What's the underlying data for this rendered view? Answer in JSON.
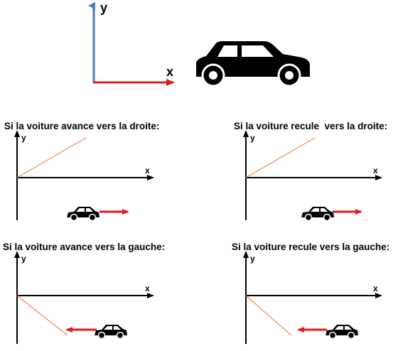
{
  "reference": {
    "x_label": "x",
    "y_label": "y",
    "colors": {
      "x_axis": "#e01b1b",
      "y_axis": "#4a78b8"
    }
  },
  "panels": [
    {
      "caption": "Si la voiture avance vers la droite:",
      "x_label": "x",
      "y_label": "y"
    },
    {
      "caption": "Si la voiture recule  vers la droite:",
      "x_label": "x",
      "y_label": "y"
    },
    {
      "caption": "Si la voiture avance vers la gauche:",
      "x_label": "x",
      "y_label": "y"
    },
    {
      "caption": "Si la voiture recule vers la gauche:",
      "x_label": "x",
      "y_label": "y"
    }
  ],
  "colors": {
    "graph_line": "#f08a4b",
    "arrow": "#e01b1b",
    "car": "#000000",
    "axes": "#000000"
  },
  "icons": [
    "car-icon",
    "arrow-right-icon",
    "arrow-left-icon"
  ]
}
